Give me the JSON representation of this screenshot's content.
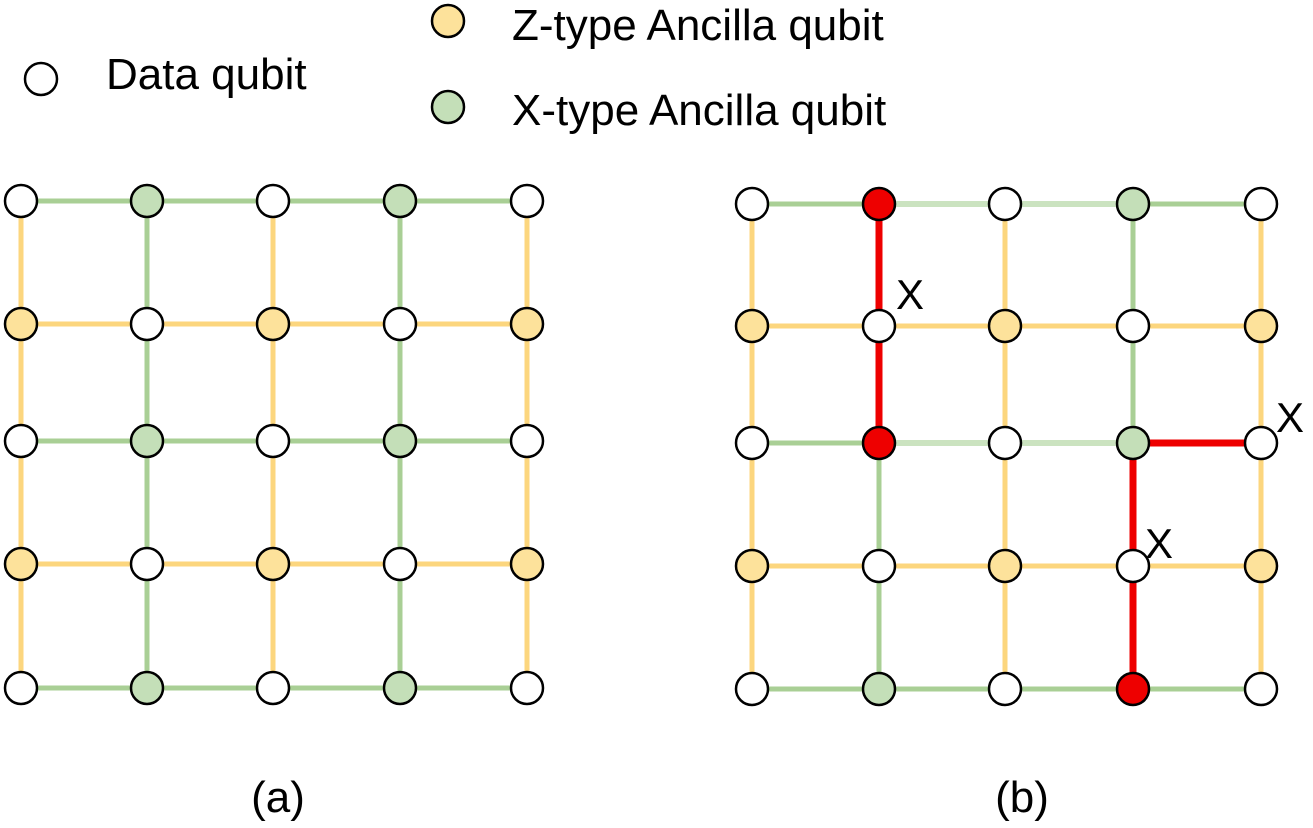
{
  "legend": {
    "data": "Data qubit",
    "z_ancilla": "Z-type Ancilla qubit",
    "x_ancilla": "X-type Ancilla qubit"
  },
  "panels": {
    "a": {
      "caption": "(a)"
    },
    "b": {
      "caption": "(b)",
      "error_marks": [
        "X",
        "X",
        "X"
      ]
    }
  },
  "colors": {
    "data_fill": "#ffffff",
    "z_fill": "#fde29b",
    "x_fill": "#c4dfb8",
    "z_line": "#fcd67e",
    "x_line": "#a9cf95",
    "x_line_faded": "#cbe3c0",
    "error": "#ee0000",
    "stroke": "#000000"
  },
  "grid": {
    "rows": 5,
    "cols": 5,
    "node_types": [
      [
        "D",
        "X",
        "D",
        "X",
        "D"
      ],
      [
        "Z",
        "D",
        "Z",
        "D",
        "Z"
      ],
      [
        "D",
        "X",
        "D",
        "X",
        "D"
      ],
      [
        "Z",
        "D",
        "Z",
        "D",
        "Z"
      ],
      [
        "D",
        "X",
        "D",
        "X",
        "D"
      ]
    ]
  },
  "panel_b": {
    "red_nodes": [
      [
        0,
        1
      ],
      [
        2,
        1
      ],
      [
        4,
        3
      ]
    ],
    "faded_edges": [
      [
        "h",
        0,
        1
      ],
      [
        "h",
        0,
        2
      ],
      [
        "h",
        2,
        1
      ],
      [
        "h",
        2,
        2
      ]
    ],
    "red_edges": [
      [
        "v",
        0,
        1
      ],
      [
        "v",
        1,
        1
      ],
      [
        "h",
        2,
        3
      ],
      [
        "v",
        2,
        3
      ],
      [
        "v",
        3,
        3
      ]
    ]
  }
}
